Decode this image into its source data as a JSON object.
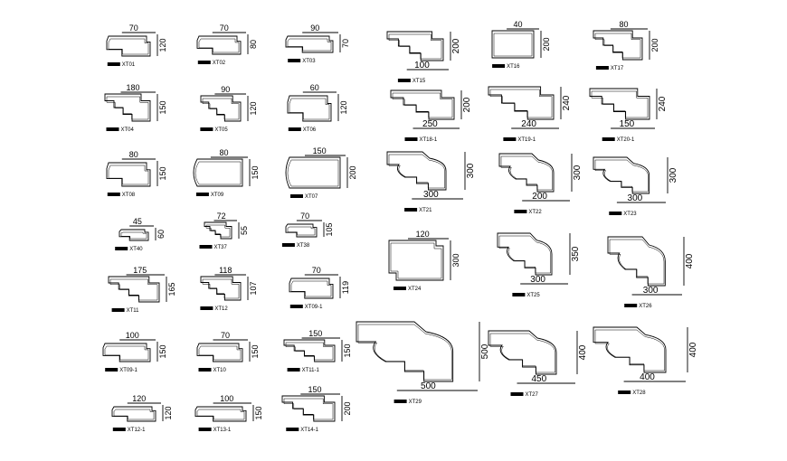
{
  "items": [
    {
      "dims": [
        "70",
        "120"
      ],
      "label": "XT01"
    },
    {
      "dims": [
        "70",
        "80"
      ],
      "label": "XT02"
    },
    {
      "dims": [
        "90",
        "70"
      ],
      "label": "XT03"
    },
    {
      "dims": [
        "100",
        "200"
      ],
      "label": "XT15"
    },
    {
      "dims": [
        "40",
        "200"
      ],
      "label": "XT16"
    },
    {
      "dims": [
        "80",
        "200"
      ],
      "label": "XT17"
    },
    {
      "dims": [
        "180",
        "150"
      ],
      "label": "XT04"
    },
    {
      "dims": [
        "90",
        "120"
      ],
      "label": "XT05"
    },
    {
      "dims": [
        "60",
        "120"
      ],
      "label": "XT06"
    },
    {
      "dims": [
        "250",
        "200"
      ],
      "label": "XT18-1"
    },
    {
      "dims": [
        "240",
        "240"
      ],
      "label": "XT19-1"
    },
    {
      "dims": [
        "150",
        "240"
      ],
      "label": "XT20-1"
    },
    {
      "dims": [
        "80",
        "150"
      ],
      "label": "XT08"
    },
    {
      "dims": [
        "80",
        "150"
      ],
      "label": "XT09"
    },
    {
      "dims": [
        "150",
        "200"
      ],
      "label": "XT07"
    },
    {
      "dims": [
        "300",
        "300"
      ],
      "label": "XT21"
    },
    {
      "dims": [
        "200",
        "300"
      ],
      "label": "XT22"
    },
    {
      "dims": [
        "300",
        "300"
      ],
      "label": "XT23"
    },
    {
      "dims": [
        "45",
        "60"
      ],
      "label": "XT40"
    },
    {
      "dims": [
        "72",
        "55"
      ],
      "label": "XT37"
    },
    {
      "dims": [
        "70",
        "105"
      ],
      "label": "XT38"
    },
    {
      "dims": [
        "120",
        "300"
      ],
      "label": "XT24"
    },
    {
      "dims": [
        "300",
        "350"
      ],
      "label": "XT25"
    },
    {
      "dims": [
        "300",
        "400"
      ],
      "label": "XT26"
    },
    {
      "dims": [
        "175",
        "165"
      ],
      "label": "XT11"
    },
    {
      "dims": [
        "118",
        "107"
      ],
      "label": "XT12"
    },
    {
      "dims": [
        "70",
        "119"
      ],
      "label": "XT09-1"
    },
    {
      "dims": [
        "100",
        "150"
      ],
      "label": "XT09-1"
    },
    {
      "dims": [
        "70",
        "150"
      ],
      "label": "XT10"
    },
    {
      "dims": [
        "150",
        "150"
      ],
      "label": "XT11-1"
    },
    {
      "dims": [
        "500",
        "500"
      ],
      "label": "XT29"
    },
    {
      "dims": [
        "450",
        "400"
      ],
      "label": "XT27"
    },
    {
      "dims": [
        "400",
        "400"
      ],
      "label": "XT28"
    },
    {
      "dims": [
        "120",
        "120"
      ],
      "label": "XT12-1"
    },
    {
      "dims": [
        "100",
        "150"
      ],
      "label": "XT13-1"
    },
    {
      "dims": [
        "150",
        "200"
      ],
      "label": "XT14-1"
    }
  ]
}
